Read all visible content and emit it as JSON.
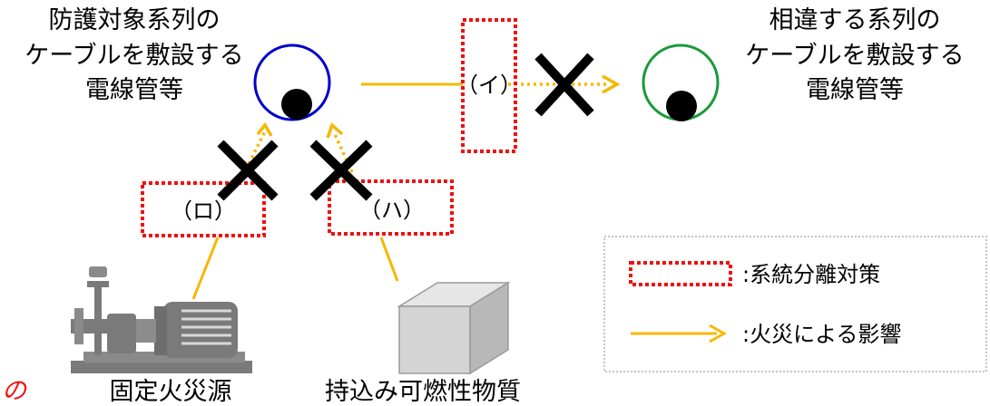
{
  "protected_conduit": {
    "label_lines": [
      "防護対象系列の",
      "ケーブルを敷設する",
      "電線管等"
    ],
    "ring_color": "#0000cc"
  },
  "other_conduit": {
    "label_lines": [
      "相違する系列の",
      "ケーブルを敷設する",
      "電線管等"
    ],
    "ring_color": "#1a9a3a"
  },
  "separation_labels": {
    "i": "（イ）",
    "ro": "（ロ）",
    "ha": "（ハ）"
  },
  "sources": {
    "fixed_fire_source": "固定火災源",
    "combustible_material": "持込み可燃性物質"
  },
  "legend": {
    "separation_measure": ":系統分離対策",
    "fire_influence": ":火災による影響"
  },
  "corner_fragment": "の",
  "colors": {
    "separation_box": "#ee1111",
    "fire_arrow": "#f5b800",
    "cross": "#000000",
    "legend_border": "#b0b0b0",
    "corner_fragment": "#ee1111"
  }
}
